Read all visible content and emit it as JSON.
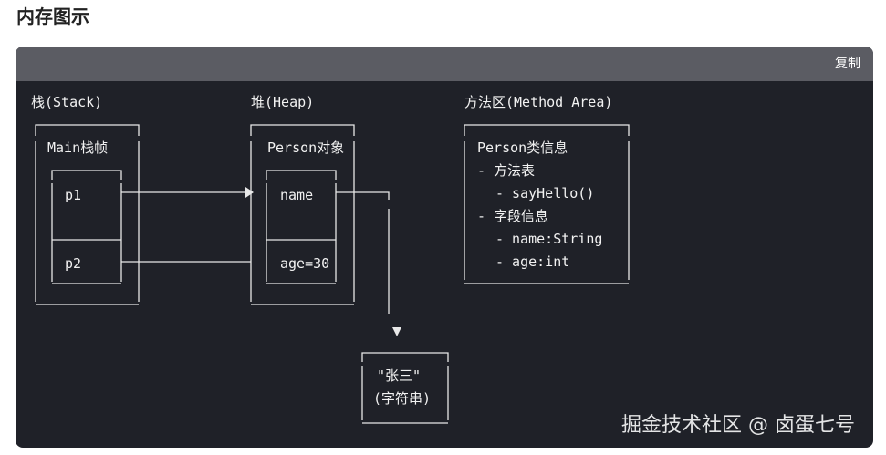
{
  "page": {
    "title": "内存图示"
  },
  "code_block": {
    "copy_label": "复制"
  },
  "diagram": {
    "stack_label": "栈(Stack)",
    "heap_label": "堆(Heap)",
    "method_area_label": "方法区(Method Area)",
    "main_frame": "Main栈帧",
    "var_p1": "p1",
    "var_p2": "p2",
    "person_object": "Person对象",
    "field_name": "name",
    "field_age": "age=30",
    "string_value": "\"张三\"",
    "string_type": "(字符串)",
    "class_info": "Person类信息",
    "methods_table": "- 方法表",
    "method_sayhello": "- sayHello()",
    "fields_info": "- 字段信息",
    "field_name_type": "- name:String",
    "field_age_type": "- age:int"
  },
  "watermark": "掘金技术社区 @ 卤蛋七号",
  "colors": {
    "code_bg": "#1f2128",
    "header_bg": "#5b5c63",
    "text": "#f2f2f2"
  }
}
